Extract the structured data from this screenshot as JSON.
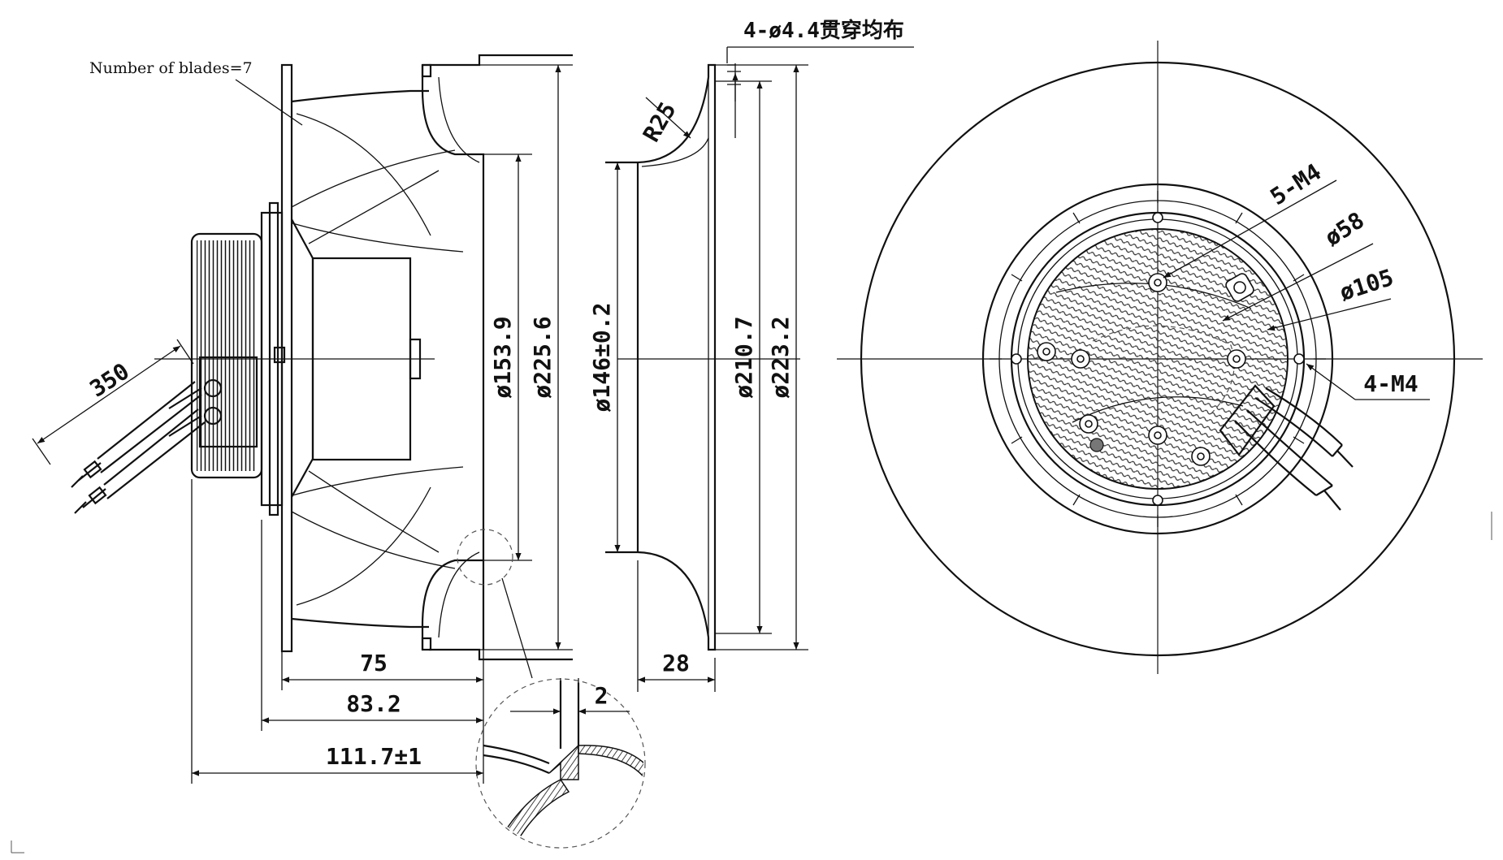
{
  "notes": {
    "blades": "Number of blades=7",
    "holes": "4-ø4.4贯穿均布"
  },
  "side_view": {
    "cable_length": "350",
    "dim_75": "75",
    "dim_83": "83.2",
    "dim_111": "111.7±1",
    "dia_153": "ø153.9",
    "dia_225": "ø225.6"
  },
  "inlet_view": {
    "radius": "R25",
    "dia_146": "ø146±0.2",
    "dia_210": "ø210.7",
    "dia_223": "ø223.2",
    "depth": "28"
  },
  "detail": {
    "gap": "2"
  },
  "front_view": {
    "thread_5": "5-M4",
    "dia_58": "ø58",
    "dia_105": "ø105",
    "thread_4": "4-M4"
  }
}
